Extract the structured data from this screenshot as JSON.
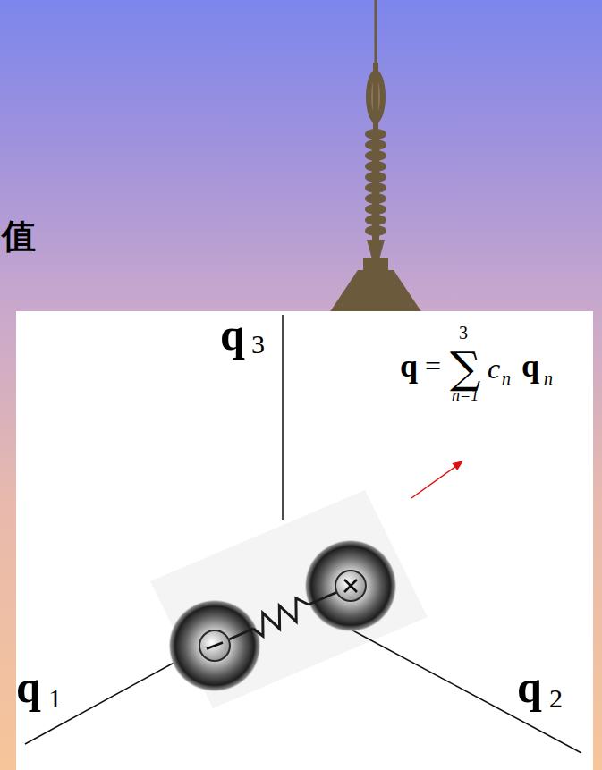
{
  "diagram": {
    "labels": [
      "值",
      "q",
      "3",
      "q",
      "1",
      "q",
      "2",
      "q",
      "=",
      "∑",
      "3",
      "n=1",
      "c",
      "n",
      "q",
      "n"
    ]
  }
}
